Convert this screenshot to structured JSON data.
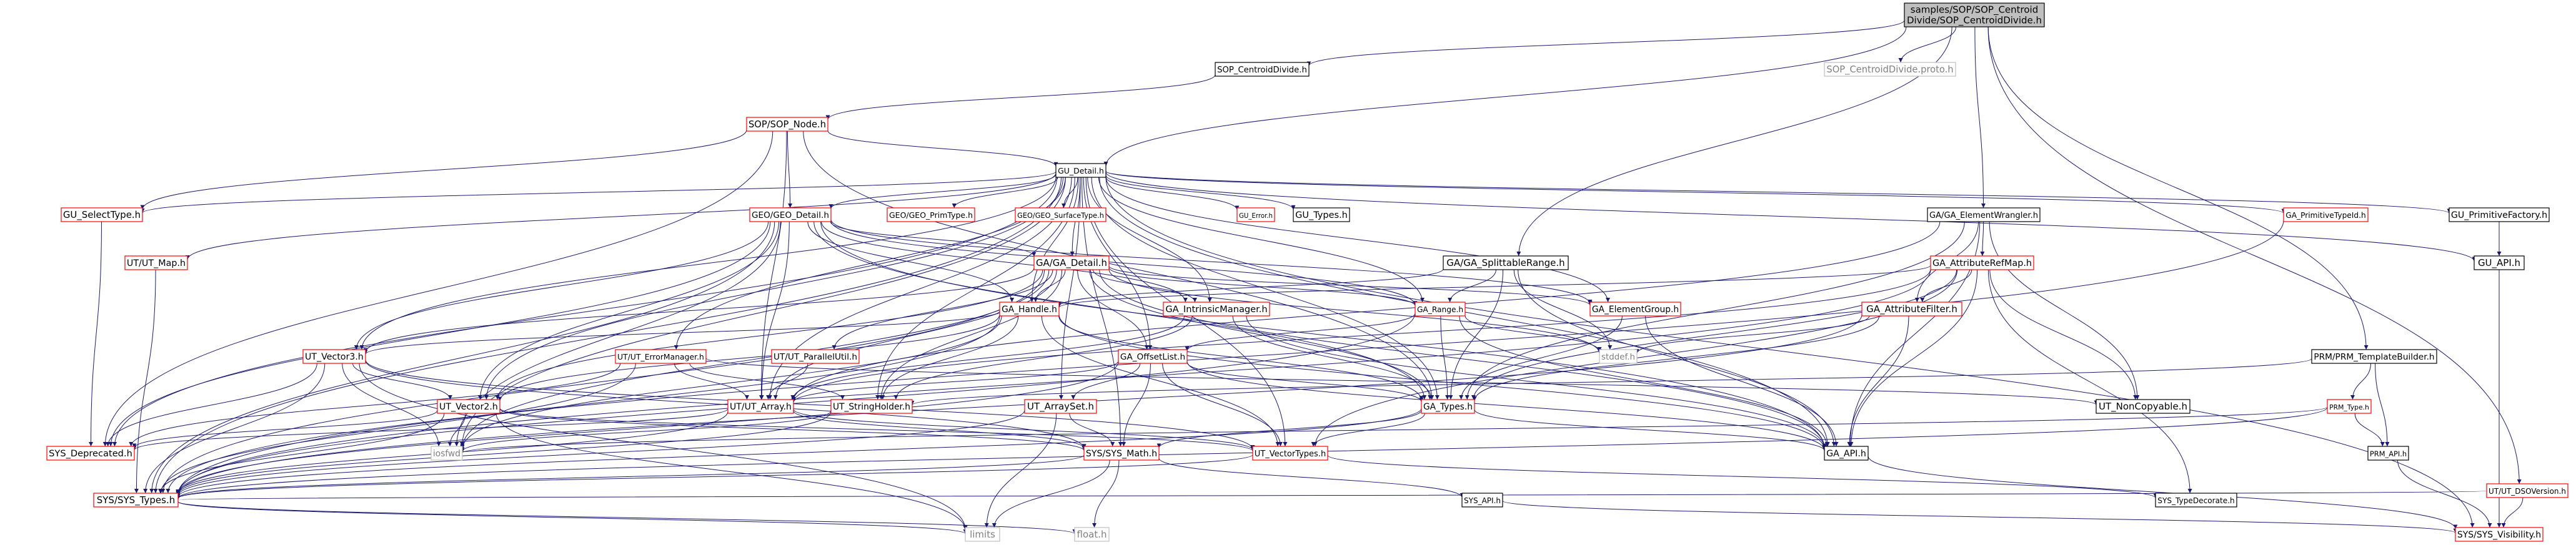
{
  "colors": {
    "root_fill": "#bfbfbf",
    "normal_border": "#000000",
    "linked_border": "#ff0000",
    "grey_border": "#bfbfbf",
    "red_text": "#ff0000",
    "grey_text": "#808080",
    "edge": "#191970"
  },
  "nodes": [
    {
      "id": "root",
      "lines": [
        "samples/SOP/SOP_Centroid",
        "Divide/SOP_CentroidDivide.h"
      ],
      "style": "root"
    },
    {
      "id": "sopcdc",
      "lines": [
        "SOP_CentroidDivide.h"
      ],
      "style": "normal"
    },
    {
      "id": "sopcdp",
      "lines": [
        "SOP_CentroidDivide.proto.h"
      ],
      "style": "grey"
    },
    {
      "id": "sopnode",
      "lines": [
        "SOP/SOP_Node.h"
      ],
      "style": "red"
    },
    {
      "id": "gudetail",
      "lines": [
        "GU_Detail.h"
      ],
      "style": "normal"
    },
    {
      "id": "guselect",
      "lines": [
        "GU_SelectType.h"
      ],
      "style": "red"
    },
    {
      "id": "utmap",
      "lines": [
        "UT/UT_Map.h"
      ],
      "style": "red"
    },
    {
      "id": "geodetail",
      "lines": [
        "GEO/GEO_Detail.h"
      ],
      "style": "red"
    },
    {
      "id": "geoprim",
      "lines": [
        "GEO/GEO_PrimType.h"
      ],
      "style": "red"
    },
    {
      "id": "geosurf",
      "lines": [
        "GEO/GEO_SurfaceType.h"
      ],
      "style": "red"
    },
    {
      "id": "guerror",
      "lines": [
        "GU_Error.h"
      ],
      "style": "red"
    },
    {
      "id": "gutypes",
      "lines": [
        "GU_Types.h"
      ],
      "style": "normal"
    },
    {
      "id": "gaelemw",
      "lines": [
        "GA/GA_ElementWrangler.h"
      ],
      "style": "normal"
    },
    {
      "id": "gaprimid",
      "lines": [
        "GA_PrimitiveTypeId.h"
      ],
      "style": "red"
    },
    {
      "id": "guprimfac",
      "lines": [
        "GU_PrimitiveFactory.h"
      ],
      "style": "normal"
    },
    {
      "id": "guapi",
      "lines": [
        "GU_API.h"
      ],
      "style": "normal"
    },
    {
      "id": "gadetail",
      "lines": [
        "GA/GA_Detail.h"
      ],
      "style": "red"
    },
    {
      "id": "gasplit",
      "lines": [
        "GA/GA_SplittableRange.h"
      ],
      "style": "normal"
    },
    {
      "id": "gaattrmap",
      "lines": [
        "GA_AttributeRefMap.h"
      ],
      "style": "red"
    },
    {
      "id": "gahandle",
      "lines": [
        "GA_Handle.h"
      ],
      "style": "red"
    },
    {
      "id": "gaintr",
      "lines": [
        "GA_IntrinsicManager.h"
      ],
      "style": "red"
    },
    {
      "id": "garange",
      "lines": [
        "GA_Range.h"
      ],
      "style": "red"
    },
    {
      "id": "gaelemgrp",
      "lines": [
        "GA_ElementGroup.h"
      ],
      "style": "red"
    },
    {
      "id": "gaattrfilt",
      "lines": [
        "GA_AttributeFilter.h"
      ],
      "style": "red"
    },
    {
      "id": "utvec3",
      "lines": [
        "UT_Vector3.h"
      ],
      "style": "red"
    },
    {
      "id": "uterrmgr",
      "lines": [
        "UT/UT_ErrorManager.h"
      ],
      "style": "red"
    },
    {
      "id": "utpar",
      "lines": [
        "UT/UT_ParallelUtil.h"
      ],
      "style": "red"
    },
    {
      "id": "gaoffset",
      "lines": [
        "GA_OffsetList.h"
      ],
      "style": "red"
    },
    {
      "id": "stddef",
      "lines": [
        "stddef.h"
      ],
      "style": "grey"
    },
    {
      "id": "prmtb",
      "lines": [
        "PRM/PRM_TemplateBuilder.h"
      ],
      "style": "normal"
    },
    {
      "id": "utvec2",
      "lines": [
        "UT_Vector2.h"
      ],
      "style": "red"
    },
    {
      "id": "utarray",
      "lines": [
        "UT/UT_Array.h"
      ],
      "style": "red"
    },
    {
      "id": "utstrh",
      "lines": [
        "UT_StringHolder.h"
      ],
      "style": "red"
    },
    {
      "id": "utarrset",
      "lines": [
        "UT_ArraySet.h"
      ],
      "style": "red"
    },
    {
      "id": "gatypes",
      "lines": [
        "GA_Types.h"
      ],
      "style": "red"
    },
    {
      "id": "utnoncp",
      "lines": [
        "UT_NonCopyable.h"
      ],
      "style": "normal"
    },
    {
      "id": "prmtype",
      "lines": [
        "PRM_Type.h"
      ],
      "style": "red"
    },
    {
      "id": "utdso",
      "lines": [
        "UT/UT_DSOVersion.h"
      ],
      "style": "red"
    },
    {
      "id": "sysdep",
      "lines": [
        "SYS_Deprecated.h"
      ],
      "style": "red"
    },
    {
      "id": "iosfwd",
      "lines": [
        "iosfwd"
      ],
      "style": "grey"
    },
    {
      "id": "sysmath",
      "lines": [
        "SYS/SYS_Math.h"
      ],
      "style": "red"
    },
    {
      "id": "utvt",
      "lines": [
        "UT_VectorTypes.h"
      ],
      "style": "red"
    },
    {
      "id": "gaapi",
      "lines": [
        "GA_API.h"
      ],
      "style": "normal"
    },
    {
      "id": "prmapi",
      "lines": [
        "PRM_API.h"
      ],
      "style": "normal"
    },
    {
      "id": "systypes",
      "lines": [
        "SYS/SYS_Types.h"
      ],
      "style": "red"
    },
    {
      "id": "sysapi",
      "lines": [
        "SYS_API.h"
      ],
      "style": "normal"
    },
    {
      "id": "systd",
      "lines": [
        "SYS_TypeDecorate.h"
      ],
      "style": "normal"
    },
    {
      "id": "limits",
      "lines": [
        "limits"
      ],
      "style": "grey"
    },
    {
      "id": "float",
      "lines": [
        "float.h"
      ],
      "style": "grey"
    },
    {
      "id": "sysvis",
      "lines": [
        "SYS/SYS_Visibility.h"
      ],
      "style": "red"
    }
  ],
  "edges": [
    [
      "root",
      "sopcdc"
    ],
    [
      "root",
      "sopcdp"
    ],
    [
      "root",
      "gudetail"
    ],
    [
      "root",
      "gasplit"
    ],
    [
      "root",
      "gaelemw"
    ],
    [
      "root",
      "prmtb"
    ],
    [
      "root",
      "utdso"
    ],
    [
      "sopcdc",
      "sopnode"
    ],
    [
      "sopnode",
      "gudetail"
    ],
    [
      "sopnode",
      "guselect"
    ],
    [
      "sopnode",
      "geodetail"
    ],
    [
      "sopnode",
      "sysdep"
    ],
    [
      "sopnode",
      "utarray"
    ],
    [
      "sopnode",
      "gatypes"
    ],
    [
      "gudetail",
      "guselect"
    ],
    [
      "gudetail",
      "utmap"
    ],
    [
      "gudetail",
      "geodetail"
    ],
    [
      "gudetail",
      "geoprim"
    ],
    [
      "gudetail",
      "geosurf"
    ],
    [
      "gudetail",
      "guerror"
    ],
    [
      "gudetail",
      "gutypes"
    ],
    [
      "gudetail",
      "gaprimid"
    ],
    [
      "gudetail",
      "guprimfac"
    ],
    [
      "gudetail",
      "guapi"
    ],
    [
      "gudetail",
      "gadetail"
    ],
    [
      "gudetail",
      "gahandle"
    ],
    [
      "gudetail",
      "gaintr"
    ],
    [
      "gudetail",
      "garange"
    ],
    [
      "gudetail",
      "gaelemgrp"
    ],
    [
      "gudetail",
      "utvec3"
    ],
    [
      "gudetail",
      "uterrmgr"
    ],
    [
      "gudetail",
      "gaoffset"
    ],
    [
      "gudetail",
      "utvec2"
    ],
    [
      "gudetail",
      "utarray"
    ],
    [
      "gudetail",
      "utstrh"
    ],
    [
      "gudetail",
      "utarrset"
    ],
    [
      "gudetail",
      "gatypes"
    ],
    [
      "gudetail",
      "sysdep"
    ],
    [
      "gudetail",
      "iosfwd"
    ],
    [
      "gudetail",
      "sysmath"
    ],
    [
      "gudetail",
      "utvt"
    ],
    [
      "gudetail",
      "systypes"
    ],
    [
      "gudetail",
      "sysvis"
    ],
    [
      "gudetail",
      "gaapi"
    ],
    [
      "guselect",
      "sysdep"
    ],
    [
      "utmap",
      "systypes"
    ],
    [
      "geodetail",
      "gadetail"
    ],
    [
      "geodetail",
      "gahandle"
    ],
    [
      "geodetail",
      "gaintr"
    ],
    [
      "geodetail",
      "garange"
    ],
    [
      "geodetail",
      "gaelemgrp"
    ],
    [
      "geodetail",
      "utvec3"
    ],
    [
      "geodetail",
      "utvec2"
    ],
    [
      "geodetail",
      "utarray"
    ],
    [
      "geodetail",
      "gatypes"
    ],
    [
      "geodetail",
      "gaapi"
    ],
    [
      "geodetail",
      "sysdep"
    ],
    [
      "geodetail",
      "iosfwd"
    ],
    [
      "geodetail",
      "systypes"
    ],
    [
      "gaelemw",
      "gaattrmap"
    ],
    [
      "gaelemw",
      "gaattrfilt"
    ],
    [
      "gaelemw",
      "utnoncp"
    ],
    [
      "gaelemw",
      "gatypes"
    ],
    [
      "gaelemw",
      "gaapi"
    ],
    [
      "gaelemw",
      "utarray"
    ],
    [
      "gaprimid",
      "systypes"
    ],
    [
      "guprimfac",
      "guapi"
    ],
    [
      "guapi",
      "sysvis"
    ],
    [
      "gadetail",
      "gahandle"
    ],
    [
      "gadetail",
      "gaintr"
    ],
    [
      "gadetail",
      "garange"
    ],
    [
      "gadetail",
      "gaelemgrp"
    ],
    [
      "gadetail",
      "utvec3"
    ],
    [
      "gadetail",
      "utpar"
    ],
    [
      "gadetail",
      "gaoffset"
    ],
    [
      "gadetail",
      "utvec2"
    ],
    [
      "gadetail",
      "utarray"
    ],
    [
      "gadetail",
      "gatypes"
    ],
    [
      "gadetail",
      "utstrh"
    ],
    [
      "gadetail",
      "gaapi"
    ],
    [
      "gadetail",
      "iosfwd"
    ],
    [
      "gadetail",
      "systypes"
    ],
    [
      "gadetail",
      "stddef"
    ],
    [
      "gasplit",
      "garange"
    ],
    [
      "gasplit",
      "gahandle"
    ],
    [
      "gasplit",
      "gatypes"
    ],
    [
      "gasplit",
      "gaapi"
    ],
    [
      "gasplit",
      "stddef"
    ],
    [
      "gaattrmap",
      "gaattrfilt"
    ],
    [
      "gaattrmap",
      "gahandle"
    ],
    [
      "gaattrmap",
      "gatypes"
    ],
    [
      "gaattrmap",
      "gaapi"
    ],
    [
      "gaattrmap",
      "utnoncp"
    ],
    [
      "gaattrmap",
      "systd"
    ],
    [
      "gaattrmap",
      "systypes"
    ],
    [
      "gaattrmap",
      "utvt"
    ],
    [
      "gaattrmap",
      "utarray"
    ],
    [
      "gahandle",
      "utvec3"
    ],
    [
      "gahandle",
      "utvec2"
    ],
    [
      "gahandle",
      "gatypes"
    ],
    [
      "gahandle",
      "gaapi"
    ],
    [
      "gahandle",
      "utstrh"
    ],
    [
      "gahandle",
      "utvt"
    ],
    [
      "gahandle",
      "systypes"
    ],
    [
      "gahandle",
      "iosfwd"
    ],
    [
      "gaintr",
      "gatypes"
    ],
    [
      "gaintr",
      "gaapi"
    ],
    [
      "gaintr",
      "utstrh"
    ],
    [
      "gaintr",
      "utarray"
    ],
    [
      "garange",
      "gatypes"
    ],
    [
      "garange",
      "gaapi"
    ],
    [
      "garange",
      "gaoffset"
    ],
    [
      "garange",
      "stddef"
    ],
    [
      "garange",
      "systypes"
    ],
    [
      "gaelemgrp",
      "gatypes"
    ],
    [
      "gaelemgrp",
      "gaapi"
    ],
    [
      "gaattrfilt",
      "gatypes"
    ],
    [
      "gaattrfilt",
      "gaapi"
    ],
    [
      "gaattrfilt",
      "stddef"
    ],
    [
      "gaattrfilt",
      "systypes"
    ],
    [
      "utvec3",
      "utvec2"
    ],
    [
      "utvec3",
      "sysmath"
    ],
    [
      "utvec3",
      "utvt"
    ],
    [
      "utvec3",
      "systypes"
    ],
    [
      "utvec3",
      "sysdep"
    ],
    [
      "utvec3",
      "iosfwd"
    ],
    [
      "utvec3",
      "limits"
    ],
    [
      "uterrmgr",
      "utarray"
    ],
    [
      "uterrmgr",
      "utstrh"
    ],
    [
      "uterrmgr",
      "utnoncp"
    ],
    [
      "uterrmgr",
      "systypes"
    ],
    [
      "uterrmgr",
      "sysdep"
    ],
    [
      "utpar",
      "utarray"
    ],
    [
      "gaoffset",
      "utarray"
    ],
    [
      "gaoffset",
      "gatypes"
    ],
    [
      "gaoffset",
      "gaapi"
    ],
    [
      "gaoffset",
      "sysmath"
    ],
    [
      "gaoffset",
      "utvt"
    ],
    [
      "gaoffset",
      "systypes"
    ],
    [
      "gaoffset",
      "utarrset"
    ],
    [
      "prmtb",
      "prmtype"
    ],
    [
      "prmtb",
      "prmapi"
    ],
    [
      "prmtb",
      "utstrh"
    ],
    [
      "utvec2",
      "sysmath"
    ],
    [
      "utvec2",
      "utvt"
    ],
    [
      "utvec2",
      "systypes"
    ],
    [
      "utvec2",
      "sysdep"
    ],
    [
      "utvec2",
      "iosfwd"
    ],
    [
      "utvec2",
      "limits"
    ],
    [
      "utarray",
      "sysmath"
    ],
    [
      "utarray",
      "systypes"
    ],
    [
      "utarray",
      "sysdep"
    ],
    [
      "utarray",
      "utvt"
    ],
    [
      "utstrh",
      "systypes"
    ],
    [
      "utstrh",
      "iosfwd"
    ],
    [
      "utarrset",
      "sysmath"
    ],
    [
      "utarrset",
      "systypes"
    ],
    [
      "utarrset",
      "limits"
    ],
    [
      "gatypes",
      "utvt"
    ],
    [
      "gatypes",
      "sysmath"
    ],
    [
      "gatypes",
      "gaapi"
    ],
    [
      "gatypes",
      "systypes"
    ],
    [
      "prmtype",
      "prmapi"
    ],
    [
      "prmtype",
      "systypes"
    ],
    [
      "prmtype",
      "iosfwd"
    ],
    [
      "utdso",
      "systypes"
    ],
    [
      "utdso",
      "sysvis"
    ],
    [
      "sysmath",
      "systypes"
    ],
    [
      "sysmath",
      "sysapi"
    ],
    [
      "sysmath",
      "limits"
    ],
    [
      "sysmath",
      "float"
    ],
    [
      "utvt",
      "systypes"
    ],
    [
      "utvt",
      "systd"
    ],
    [
      "gaapi",
      "sysvis"
    ],
    [
      "prmapi",
      "sysvis"
    ],
    [
      "systypes",
      "limits"
    ],
    [
      "systypes",
      "float"
    ],
    [
      "sysapi",
      "sysvis"
    ]
  ]
}
